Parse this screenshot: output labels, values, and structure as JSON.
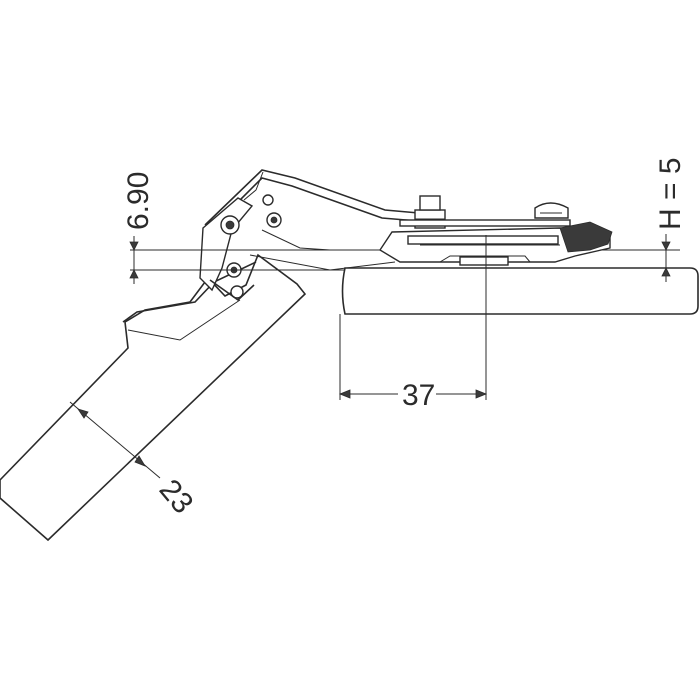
{
  "dimensions": {
    "overlay": "6.90",
    "plate_height": "H = 5",
    "drilling_distance": "37",
    "door_thickness": "23"
  },
  "colors": {
    "line": "#2b2b2b",
    "background": "#ffffff"
  }
}
